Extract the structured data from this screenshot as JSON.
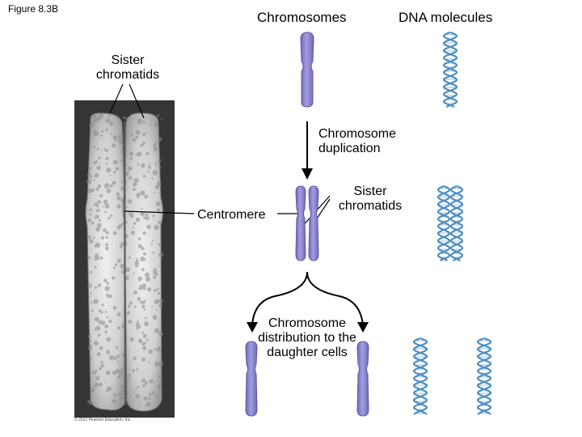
{
  "figure_label": "Figure 8.3B",
  "headers": {
    "chromosomes": "Chromosomes",
    "dna_molecules": "DNA molecules"
  },
  "labels": {
    "sister_chromatids_top": "Sister chromatids",
    "chromosome_duplication": "Chromosome duplication",
    "centromere": "Centromere",
    "sister_chromatids_mid": "Sister chromatids",
    "chromosome_distribution": "Chromosome distribution to the daughter cells"
  },
  "copyright": "© 2012 Pearson Education, Inc.",
  "colors": {
    "chromosome_fill": "#8a83cc",
    "chromosome_stroke": "#5e58a6",
    "dna_strand": "#4f8fc0",
    "micrograph_bg": "#3a3a3a",
    "micrograph_chromatid": "#d8d8d8"
  }
}
